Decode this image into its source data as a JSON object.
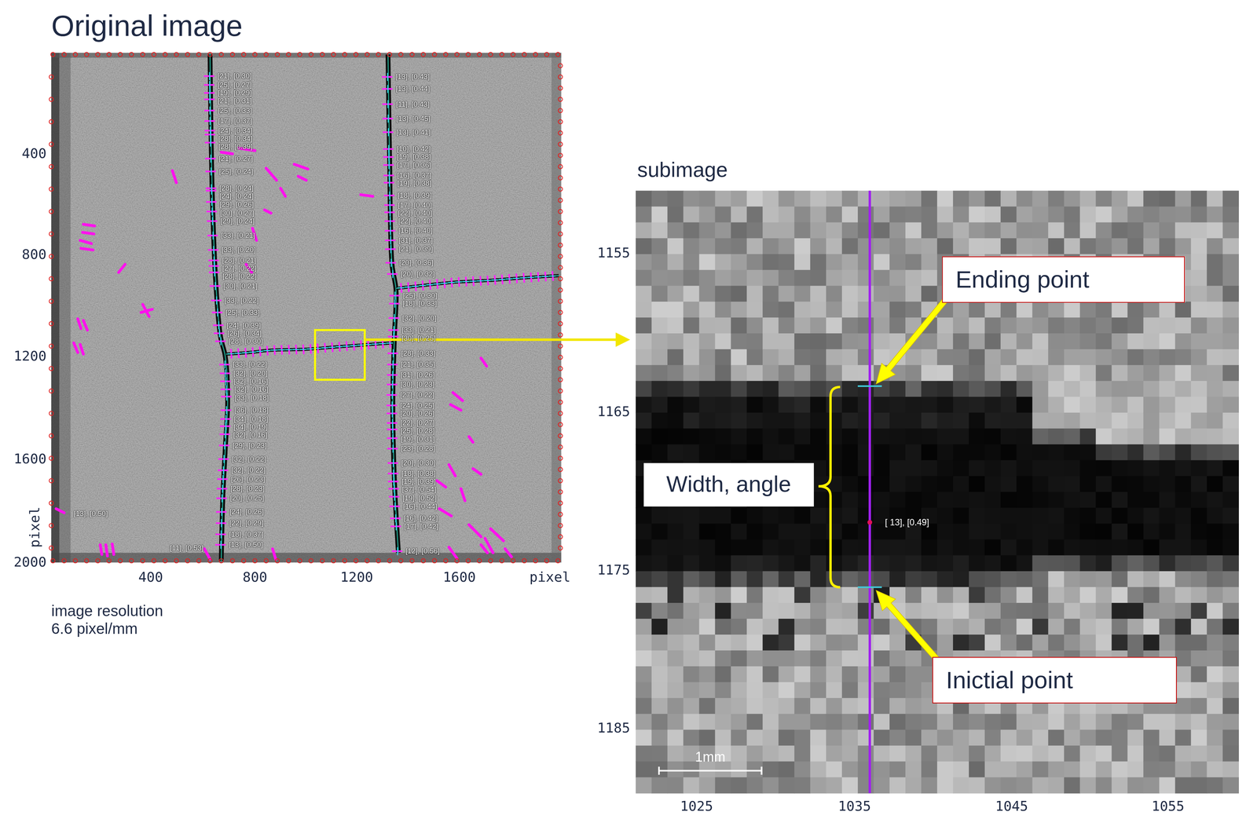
{
  "diagram": {
    "nodes": [
      {
        "text": [
          "Ending point"
        ]
      },
      {
        "text": [
          "Inictial point"
        ]
      },
      {
        "text": [
          "Width, angle"
        ]
      }
    ],
    "labels": [
      "Original image",
      "400",
      "800",
      "1200",
      "1600",
      "2000",
      "pixel",
      "400",
      "800",
      "1200",
      "1600",
      "pixel",
      "image resolution 6.6 pixel/mm",
      "[21], [0.30]",
      "[25], [0.27]",
      "[19], [0.29]",
      "[21], [0.31]",
      "[25], [0.33]",
      "[17], [0.37]",
      "[24], [0.34]",
      "[28], [0.34]",
      "[28], [0.39]",
      "[21], [0.27]",
      "[25], [0.24]",
      "[28], [0.24]",
      "[24], [0.24]",
      "[29], [0.26]",
      "[30], [0.27]",
      "[29], [0.24]",
      "[33], [0.21]",
      "[33], [0.20]",
      "[28], [0.21]",
      "[27], [0.22]",
      "[28], [0.22]",
      "[30], [0.21]",
      "[33], [0.22]",
      "[25], [0.33]",
      "[24], [0.39]",
      "[26], [0.34]",
      "[28], [0.30]",
      "[33], [0.22]",
      "[32], [0.20]",
      "[32], [0.16]",
      "[32], [0.16]",
      "[33], [0.18]",
      "[36], [0.18]",
      "[34], [0.18]",
      "[34], [0.19]",
      "[32], [0.16]",
      "[29], [0.23]",
      "[32], [0.22]",
      "[32], [0.22]",
      "[26], [0.23]",
      "[28], [0.23]",
      "[20], [0.25]",
      "[24], [0.26]",
      "[22], [0.29]",
      "[18], [0.37]",
      "[13], [0.50]",
      "[13], [0.43]",
      "[13], [0.44]",
      "[11], [0.43]",
      "[13], [0.45]",
      "[13], [0.41]",
      "[10], [0.42]",
      "[19], [0.38]",
      "[17], [0.36]",
      "[16], [0.37]",
      "[19], [0.38]",
      "[18], [0.39]",
      "[17], [0.40]",
      "[22], [0.40]",
      "[22], [0.40]",
      "[16], [0.40]",
      "[31], [0.37]",
      "[21], [0.39]",
      "[20], [0.36]",
      "[20], [0.32]",
      "[25], [0.30]",
      "[18], [0.33]",
      "[32], [0.20]",
      "[33], [0.21]",
      "[30], [0.25]",
      "[28], [0.33]",
      "[21], [0.35]",
      "[31], [0.26]",
      "[30], [0.23]",
      "[27], [0.22]",
      "[24], [0.25]",
      "[20], [0.26]",
      "[22], [0.27]",
      "[25], [0.28]",
      "[19], [0.31]",
      "[23], [0.28]",
      "[20], [0.30]",
      "[18], [0.38]",
      "[19], [0.39]",
      "[37], [0.54]",
      "[19], [0.52]",
      "[16], [0.44]",
      "[16], [0.42]",
      "[17], [0.42]",
      "[12], [0.56]",
      "[13], [0.50]",
      "[11], [0.53]",
      "subimage",
      "1155",
      "1165",
      "1175",
      "1185",
      "1025",
      "1035",
      "1045",
      "1055",
      "1mm",
      "[ 13], [0.49]"
    ]
  }
}
